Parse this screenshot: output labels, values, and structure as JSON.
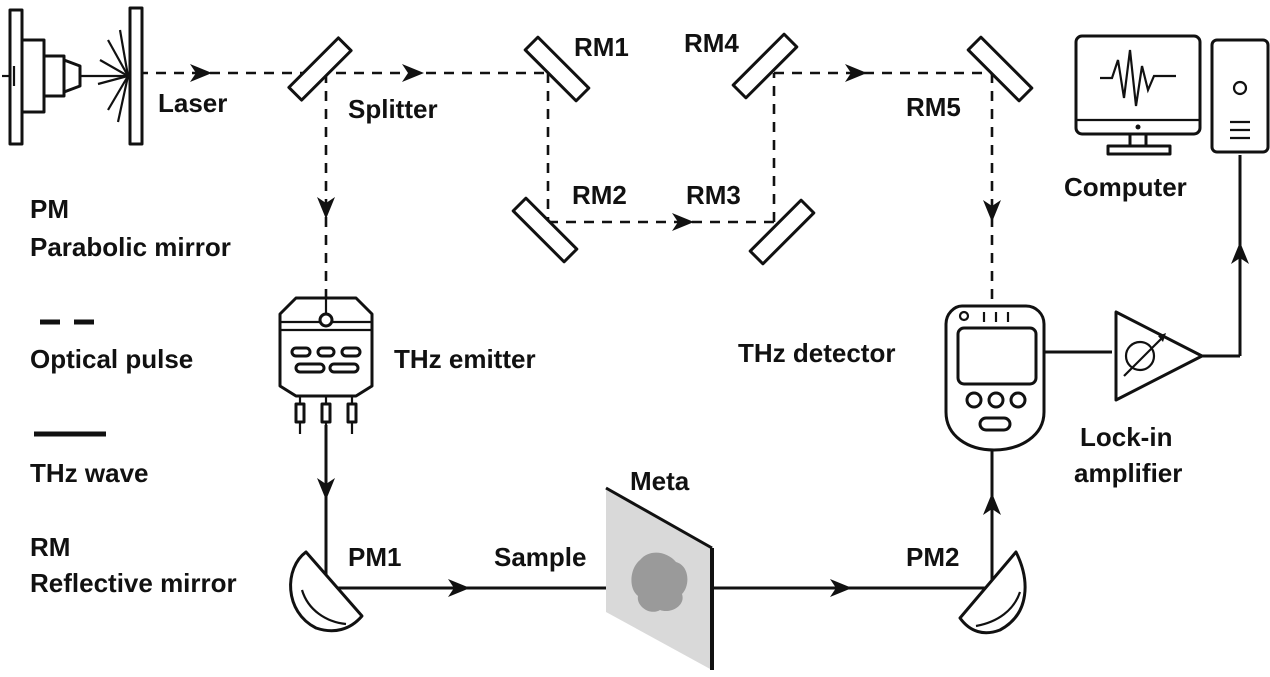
{
  "labels": {
    "laser": "Laser",
    "splitter": "Splitter",
    "rm1": "RM1",
    "rm2": "RM2",
    "rm3": "RM3",
    "rm4": "RM4",
    "rm5": "RM5",
    "computer": "Computer",
    "thz_emitter": "THz emitter",
    "thz_detector": "THz detector",
    "lockin_line1": "Lock-in",
    "lockin_line2": "amplifier",
    "meta": "Meta",
    "sample": "Sample",
    "pm1": "PM1",
    "pm2": "PM2"
  },
  "legend": {
    "pm_abbr": "PM",
    "pm_full": "Parabolic mirror",
    "optical_pulse": "Optical pulse",
    "thz_wave": "THz wave",
    "rm_abbr": "RM",
    "rm_full": "Reflective mirror"
  },
  "colors": {
    "line": "#111111",
    "sample_plate": "#d9d9d9",
    "sample_spot": "#9a9a9a"
  }
}
